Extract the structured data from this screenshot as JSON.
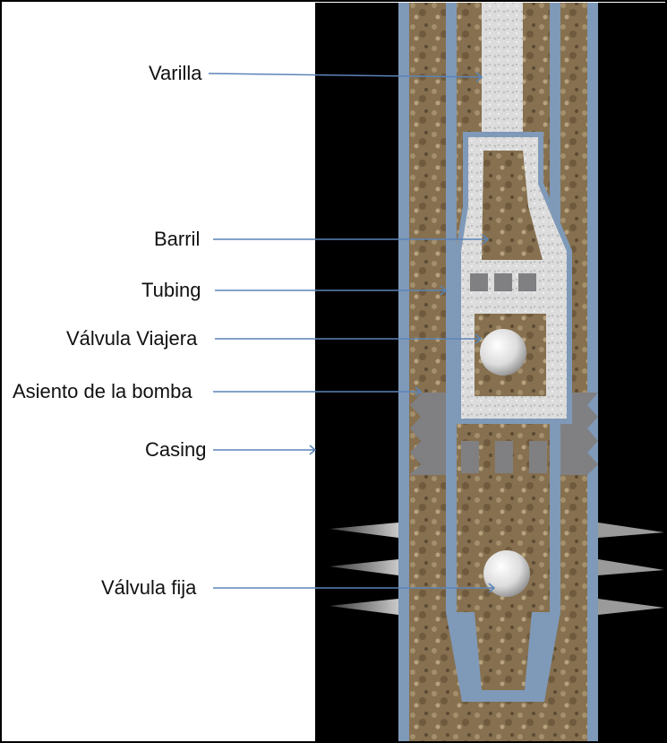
{
  "labels": [
    {
      "id": "varilla",
      "text": "Varilla"
    },
    {
      "id": "barril",
      "text": "Barril"
    },
    {
      "id": "tubing",
      "text": "Tubing"
    },
    {
      "id": "valvula-viajera",
      "text": "Válvula Viajera"
    },
    {
      "id": "asiento",
      "text": "Asiento de la bomba"
    },
    {
      "id": "casing",
      "text": "Casing"
    },
    {
      "id": "valvula-fija",
      "text": "Válvula fija"
    }
  ],
  "colors": {
    "background": "#000000",
    "steel_blue": "#7f99b8",
    "steel_dark": "#5f7896",
    "fluid": "#8a7050",
    "gray_part": "#808083",
    "leader_line": "#5b84b8",
    "text": "#111111"
  }
}
